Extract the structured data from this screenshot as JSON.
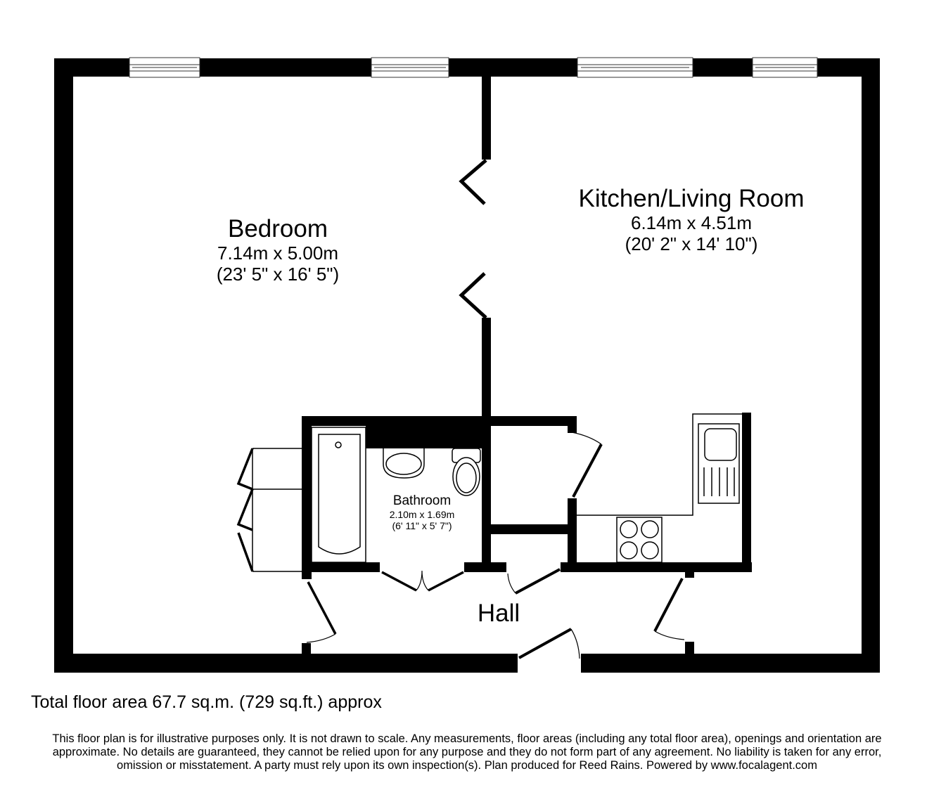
{
  "plan": {
    "wall_color": "#000000",
    "background_color": "#ffffff",
    "rooms": [
      {
        "name": "Bedroom",
        "dimensions_metric": "7.14m x 5.00m",
        "dimensions_imperial": "(23' 5\" x 16' 5\")"
      },
      {
        "name": "Kitchen/Living Room",
        "dimensions_metric": "6.14m x 4.51m",
        "dimensions_imperial": "(20' 2\" x 14' 10\")"
      },
      {
        "name": "Bathroom",
        "dimensions_metric": "2.10m x 1.69m",
        "dimensions_imperial": "(6' 11\" x 5' 7\")"
      },
      {
        "name": "Hall"
      }
    ],
    "fixtures": [
      "window",
      "window",
      "window",
      "window",
      "bath",
      "wash-basin",
      "toilet",
      "sink-drainer",
      "hob",
      "wardrobe",
      "bifold-doors"
    ]
  },
  "footer": {
    "total_area": "Total floor area 67.7 sq.m. (729 sq.ft.) approx",
    "disclaimer": "This floor plan is for illustrative purposes only. It is not drawn to scale. Any measurements, floor areas (including any total floor area), openings and orientation are approximate. No details are guaranteed, they cannot be relied upon for any purpose and they do not form part of any agreement. No liability is taken for any error, omission or misstatement. A party must rely upon its own inspection(s). Plan produced for Reed Rains. Powered by www.focalagent.com"
  }
}
